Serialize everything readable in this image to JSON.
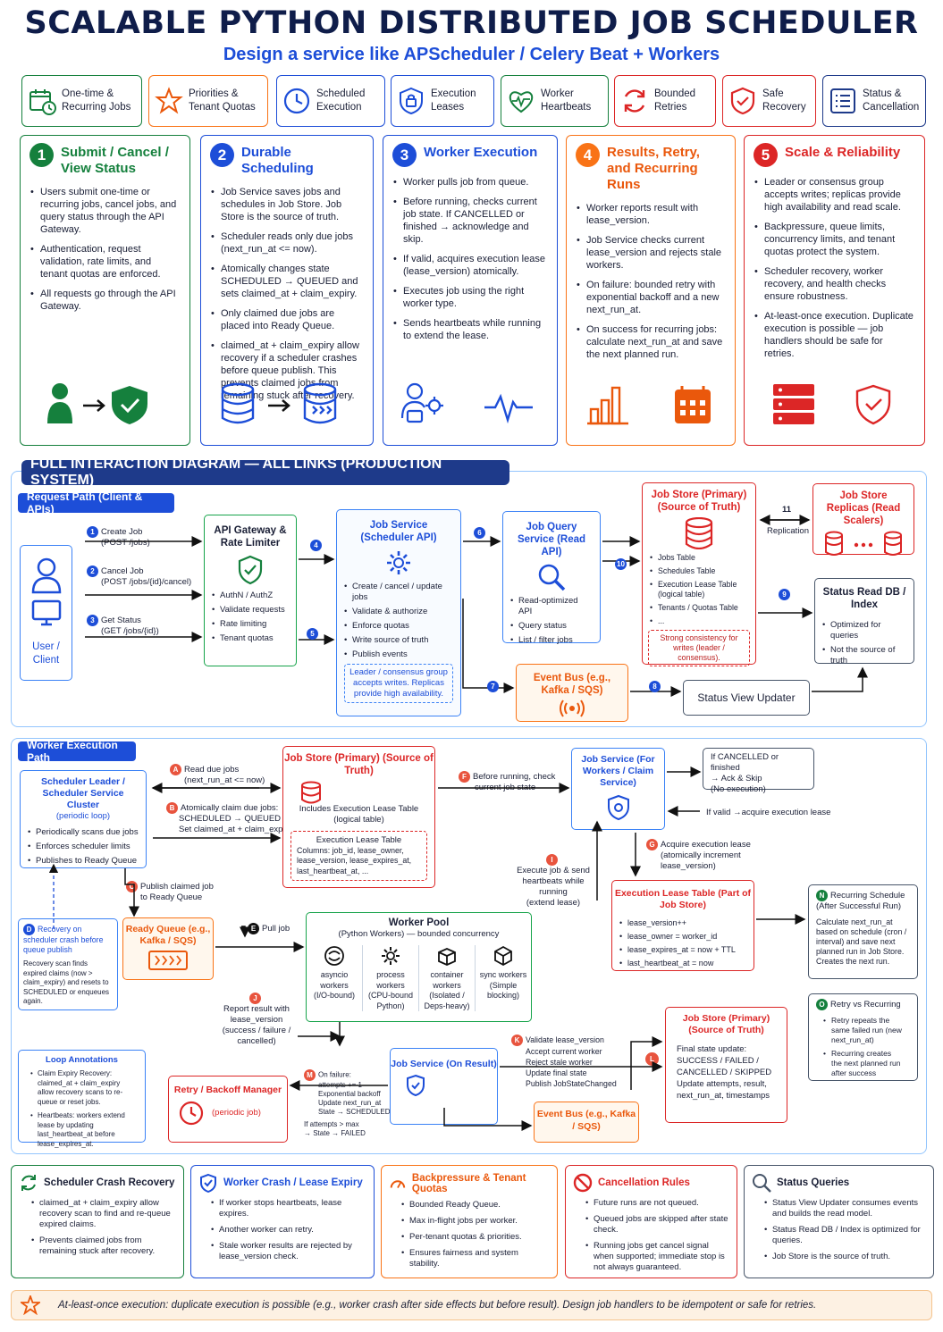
{
  "title": "SCALABLE PYTHON DISTRIBUTED JOB SCHEDULER",
  "subtitle": "Design a service like APScheduler / Celery Beat + Workers",
  "features": [
    {
      "icon": "calendar-clock-icon",
      "line1": "One-time &",
      "line2": "Recurring Jobs"
    },
    {
      "icon": "star-icon",
      "line1": "Priorities &",
      "line2": "Tenant Quotas"
    },
    {
      "icon": "clock-icon",
      "line1": "Scheduled",
      "line2": "Execution"
    },
    {
      "icon": "lock-shield-icon",
      "line1": "Execution",
      "line2": "Leases"
    },
    {
      "icon": "heartbeat-icon",
      "line1": "Worker",
      "line2": "Heartbeats"
    },
    {
      "icon": "retry-icon",
      "line1": "Bounded",
      "line2": "Retries"
    },
    {
      "icon": "shield-check-icon",
      "line1": "Safe",
      "line2": "Recovery"
    },
    {
      "icon": "list-icon",
      "line1": "Status &",
      "line2": "Cancellation"
    }
  ],
  "cards": [
    {
      "num": "1",
      "title": "Submit / Cancel / View Status",
      "color": "#15803d",
      "items": [
        "Users submit one-time or recurring jobs, cancel jobs, and query status through the API Gateway.",
        "Authentication, request validation, rate limits, and tenant quotas are enforced.",
        "All requests go through the API Gateway."
      ]
    },
    {
      "num": "2",
      "title": "Durable Scheduling",
      "color": "#1d4ed8",
      "items": [
        "Job Service saves jobs and schedules in Job Store. Job Store is the source of truth.",
        "Scheduler reads only due jobs (next_run_at <= now).",
        "Atomically changes state SCHEDULED → QUEUED and sets claimed_at + claim_expiry.",
        "Only claimed due jobs are placed into Ready Queue.",
        "claimed_at + claim_expiry allow recovery if a scheduler crashes before queue publish. This prevents claimed jobs from remaining stuck after recovery."
      ]
    },
    {
      "num": "3",
      "title": "Worker Execution",
      "color": "#1d4ed8",
      "items": [
        "Worker pulls job from queue.",
        "Before running, checks current job state. If CANCELLED or finished → acknowledge and skip.",
        "If valid, acquires execution lease (lease_version) atomically.",
        "Executes job using the right worker type.",
        "Sends heartbeats while running to extend the lease."
      ]
    },
    {
      "num": "4",
      "title": "Results, Retry, and Recurring Runs",
      "color": "#f97316",
      "items": [
        "Worker reports result with lease_version.",
        "Job Service checks current lease_version and rejects stale workers.",
        "On failure: bounded retry with exponential backoff and a new next_run_at.",
        "On success for recurring jobs: calculate next_run_at and save the next planned run."
      ]
    },
    {
      "num": "5",
      "title": "Scale & Reliability",
      "color": "#dc2626",
      "items": [
        "Leader or consensus group accepts writes; replicas provide high availability and read scale.",
        "Backpressure, queue limits, concurrency limits, and tenant quotas protect the system.",
        "Scheduler recovery, worker recovery, and health checks ensure robustness.",
        "At-least-once execution. Duplicate execution is possible — job handlers should be safe for retries."
      ]
    }
  ],
  "diagram": {
    "section_title": "FULL INTERACTION DIAGRAM — ALL LINKS (PRODUCTION SYSTEM)",
    "request_path": {
      "label": "Request Path (Client & APIs)",
      "client": "User / Client",
      "links": [
        {
          "n": "1",
          "l1": "Create Job",
          "l2": "(POST /jobs)"
        },
        {
          "n": "2",
          "l1": "Cancel Job",
          "l2": "(POST /jobs/{id}/cancel)"
        },
        {
          "n": "3",
          "l1": "Get Status",
          "l2": "(GET /jobs/{id})"
        }
      ],
      "gateway": {
        "title": "API Gateway & Rate Limiter",
        "items": [
          "AuthN / AuthZ",
          "Validate requests",
          "Rate limiting",
          "Tenant quotas"
        ]
      },
      "job_service": {
        "title": "Job Service (Scheduler API)",
        "items": [
          "Create / cancel / update jobs",
          "Validate & authorize",
          "Enforce quotas",
          "Write source of truth",
          "Publish events"
        ],
        "note": "Leader / consensus group accepts writes. Replicas provide high availability."
      },
      "query_service": {
        "title": "Job Query Service (Read API)",
        "items": [
          "Read-optimized API",
          "Query status",
          "List / filter jobs"
        ]
      },
      "job_store": {
        "title": "Job Store (Primary) (Source of Truth)",
        "items": [
          "Jobs Table",
          "Schedules Table",
          "Execution Lease Table (logical table)",
          "Tenants / Quotas Table",
          "..."
        ],
        "note": "Strong consistency for writes (leader / consensus)."
      },
      "replicas": {
        "title": "Job Store Replicas (Read Scalers)"
      },
      "replication": {
        "n": "11",
        "label": "Replication"
      },
      "status_db": {
        "title": "Status Read DB / Index",
        "items": [
          "Optimized for queries",
          "Not the source of truth"
        ]
      },
      "event_bus": {
        "title": "Event Bus (e.g., Kafka / SQS)"
      },
      "status_updater": "Status View Updater",
      "nums": [
        "4",
        "5",
        "6",
        "7",
        "8",
        "9",
        "10"
      ]
    },
    "worker_path": {
      "label": "Worker Execution Path",
      "scheduler": {
        "title": "Scheduler Leader / Scheduler Service Cluster",
        "sub": "(periodic loop)",
        "items": [
          "Periodically scans due jobs",
          "Enforces scheduler limits",
          "Publishes to Ready Queue"
        ]
      },
      "a": {
        "n": "A",
        "l1": "Read due jobs",
        "l2": "(next_run_at <= now)"
      },
      "b": {
        "n": "B",
        "l1": "Atomically claim due jobs:",
        "l2": "SCHEDULED → QUEUED",
        "l3": "Set claimed_at + claim_expiry"
      },
      "c": {
        "n": "C",
        "l1": "Publish claimed job",
        "l2": "to Ready Queue"
      },
      "d": {
        "n": "D",
        "title": "Recovery on scheduler crash before queue publish",
        "body": "Recovery scan finds expired claims (now > claim_expiry) and resets to SCHEDULED or enqueues again."
      },
      "e": {
        "n": "E",
        "label": "Pull job"
      },
      "f": {
        "n": "F",
        "l1": "Before running, check",
        "l2": "current job state"
      },
      "g": {
        "n": "G",
        "l1": "Acquire execution lease",
        "l2": "(atomically increment",
        "l3": "lease_version)"
      },
      "i": {
        "n": "I",
        "l1": "Execute job & send",
        "l2": "heartbeats while running",
        "l3": "(extend lease)"
      },
      "j": {
        "n": "J",
        "l1": "Report result with",
        "l2": "lease_version",
        "l3": "(success / failure /",
        "l4": "cancelled)"
      },
      "k": {
        "n": "K",
        "items": [
          "Validate lease_version",
          "Accept current worker",
          "Reject stale worker",
          "Update final state",
          "Publish JobStateChanged"
        ]
      },
      "l": {
        "n": "L"
      },
      "m": {
        "n": "M",
        "title": "On failure:",
        "items": [
          "attempts += 1",
          "Exponential backoff",
          "Update next_run_at",
          "State → SCHEDULED"
        ],
        "tail1": "If attempts > max",
        "tail2": "→ State → FAILED"
      },
      "store1": {
        "title": "Job Store (Primary) (Source of Truth)",
        "body": "Includes Execution Lease Table (logical table)",
        "inner_title": "Execution Lease Table",
        "inner_body": "Columns: job_id, lease_owner, lease_version, lease_expires_at, last_heartbeat_at, ..."
      },
      "js_workers": {
        "title": "Job Service (For Workers / Claim Service)"
      },
      "cancel_box": {
        "l1": "If CANCELLED or finished",
        "l2": "→ Ack & Skip",
        "l3": "(No execution)"
      },
      "valid_label": "If valid →acquire execution lease",
      "lease_table": {
        "title": "Execution Lease Table (Part of Job Store)",
        "items": [
          "lease_version++",
          "lease_owner = worker_id",
          "lease_expires_at = now + TTL",
          "last_heartbeat_at = now"
        ]
      },
      "ready_queue": {
        "title": "Ready Queue (e.g., Kafka / SQS)"
      },
      "worker_pool": {
        "title": "Worker Pool",
        "sub": "(Python Workers) — bounded concurrency",
        "types": [
          {
            "icon": "asyncio-icon",
            "name": "asyncio workers",
            "note": "(I/O-bound)"
          },
          {
            "icon": "gear-icon",
            "name": "process workers",
            "note": "(CPU-bound Python)"
          },
          {
            "icon": "container-icon",
            "name": "container workers",
            "note": "(Isolated / Deps-heavy)"
          },
          {
            "icon": "cube-icon",
            "name": "sync workers",
            "note": "(Simple blocking)"
          }
        ]
      },
      "retry_manager": {
        "title": "Retry / Backoff Manager",
        "sub": "(periodic job)"
      },
      "js_result": {
        "title": "Job Service (On Result)"
      },
      "store2": {
        "title": "Job Store (Primary) (Source of Truth)",
        "items": [
          "Final state update:",
          "SUCCESS / FAILED / CANCELLED / SKIPPED",
          "Update attempts, result, next_run_at, timestamps"
        ]
      },
      "event_bus2": {
        "title": "Event Bus (e.g., Kafka / SQS)"
      },
      "n": {
        "n": "N",
        "title": "Recurring Schedule (After Successful Run)",
        "body": "Calculate next_run_at based on schedule (cron / interval) and save next planned run in Job Store. Creates the next run."
      },
      "o": {
        "n": "O",
        "title": "Retry vs Recurring",
        "items": [
          "Retry repeats the same failed run (new next_run_at)",
          "Recurring creates the next planned run after success"
        ]
      },
      "loop": {
        "title": "Loop Annotations",
        "items": [
          "Claim Expiry Recovery: claimed_at + claim_expiry allow recovery scans to re-queue or reset jobs.",
          "Heartbeats: workers extend lease by updating last_heartbeat_at before lease_expires_at."
        ]
      }
    }
  },
  "bottom": [
    {
      "icon": "refresh-icon",
      "title": "Scheduler Crash Recovery",
      "color": "#15803d",
      "items": [
        "claimed_at + claim_expiry allow recovery scan to find and re-queue expired claims.",
        "Prevents claimed jobs from remaining stuck after recovery."
      ]
    },
    {
      "icon": "shield-icon",
      "title": "Worker Crash / Lease Expiry",
      "color": "#1d4ed8",
      "items": [
        "If worker stops heartbeats, lease expires.",
        "Another worker can retry.",
        "Stale worker results are rejected by lease_version check."
      ]
    },
    {
      "icon": "gauge-icon",
      "title": "Backpressure & Tenant Quotas",
      "color": "#f97316",
      "items": [
        "Bounded Ready Queue.",
        "Max in-flight jobs per worker.",
        "Per-tenant quotas & priorities.",
        "Ensures fairness and system stability."
      ]
    },
    {
      "icon": "prohibit-icon",
      "title": "Cancellation Rules",
      "color": "#dc2626",
      "items": [
        "Future runs are not queued.",
        "Queued jobs are skipped after state check.",
        "Running jobs get cancel signal when supported; immediate stop is not always guaranteed."
      ]
    },
    {
      "icon": "search-icon",
      "title": "Status Queries",
      "color": "#475569",
      "items": [
        "Status View Updater consumes events and builds the read model.",
        "Status Read DB / Index is optimized for queries.",
        "Job Store is the source of truth."
      ]
    }
  ],
  "footer": "At-least-once execution: duplicate execution is possible (e.g., worker crash after side effects but before result). Design job handlers to be idempotent or safe for retries."
}
